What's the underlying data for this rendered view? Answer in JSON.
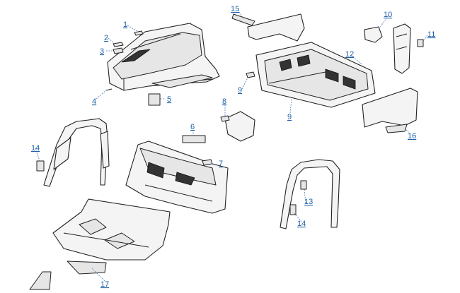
{
  "callouts": [
    {
      "id": "1",
      "label": "1"
    },
    {
      "id": "2",
      "label": "2"
    },
    {
      "id": "3",
      "label": "3"
    },
    {
      "id": "4",
      "label": "4"
    },
    {
      "id": "5",
      "label": "5"
    },
    {
      "id": "6",
      "label": "6"
    },
    {
      "id": "7",
      "label": "7"
    },
    {
      "id": "8",
      "label": "8"
    },
    {
      "id": "9a",
      "label": "9"
    },
    {
      "id": "9b",
      "label": "9"
    },
    {
      "id": "10",
      "label": "10"
    },
    {
      "id": "11",
      "label": "11"
    },
    {
      "id": "12",
      "label": "12"
    },
    {
      "id": "13",
      "label": "13"
    },
    {
      "id": "14a",
      "label": "14"
    },
    {
      "id": "14b",
      "label": "14"
    },
    {
      "id": "15",
      "label": "15"
    },
    {
      "id": "16",
      "label": "16"
    },
    {
      "id": "17",
      "label": "17"
    }
  ],
  "colors": {
    "callout": "#1f5fa8",
    "lines": "#222222"
  }
}
